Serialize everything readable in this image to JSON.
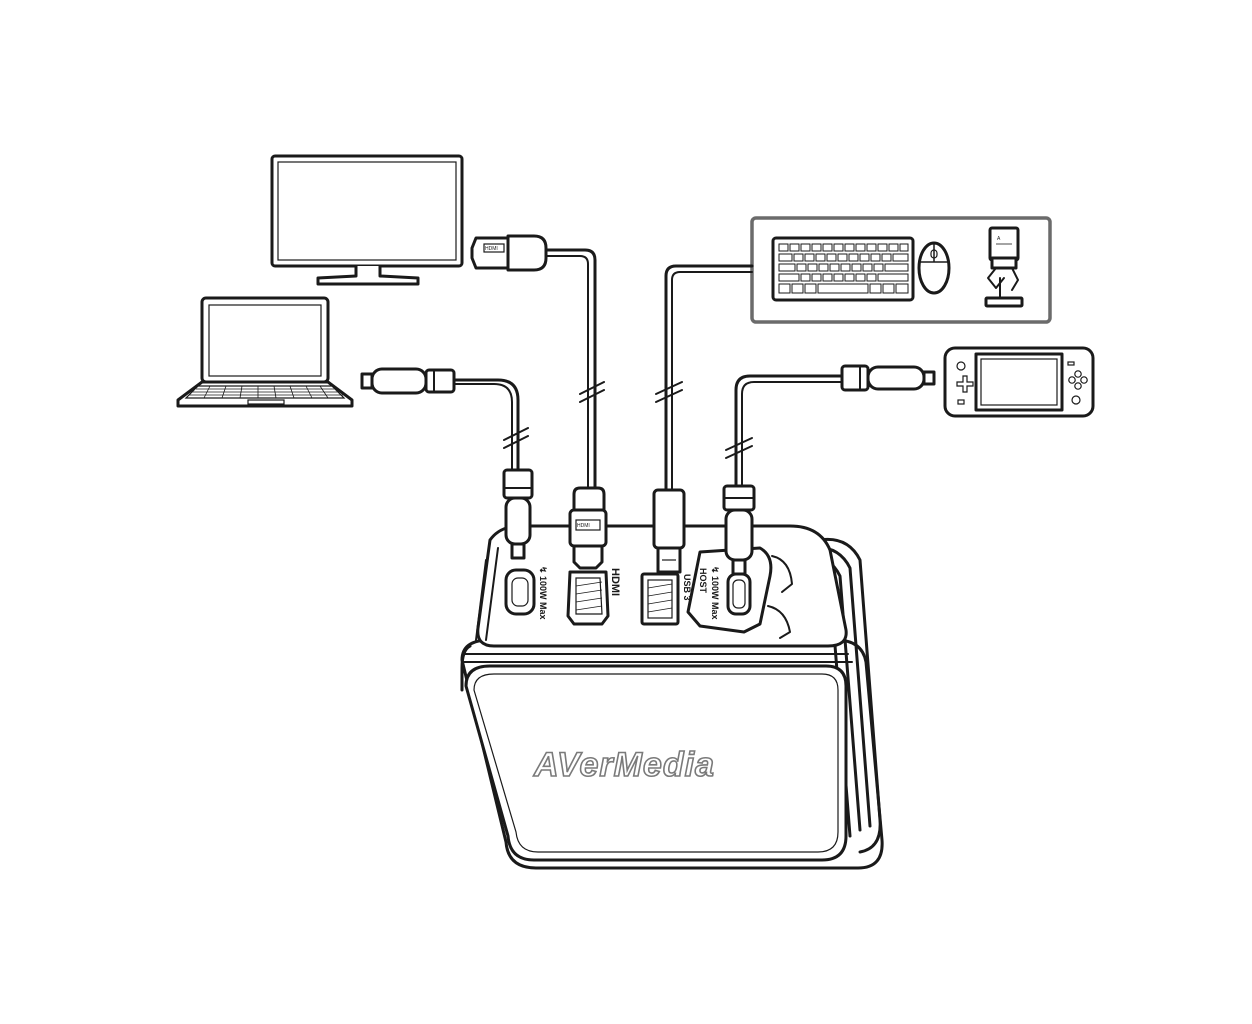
{
  "brand": {
    "logo_text": "AVerMedia"
  },
  "ports": {
    "usb_c_power": "↯ 100W Max",
    "hdmi": "HDMI",
    "usb3": "USB 3",
    "usb_c_host_power": "↯ 100W Max",
    "usb_c_host": "HOST"
  },
  "connectors": {
    "hdmi_plug_mark": "HDMI"
  }
}
